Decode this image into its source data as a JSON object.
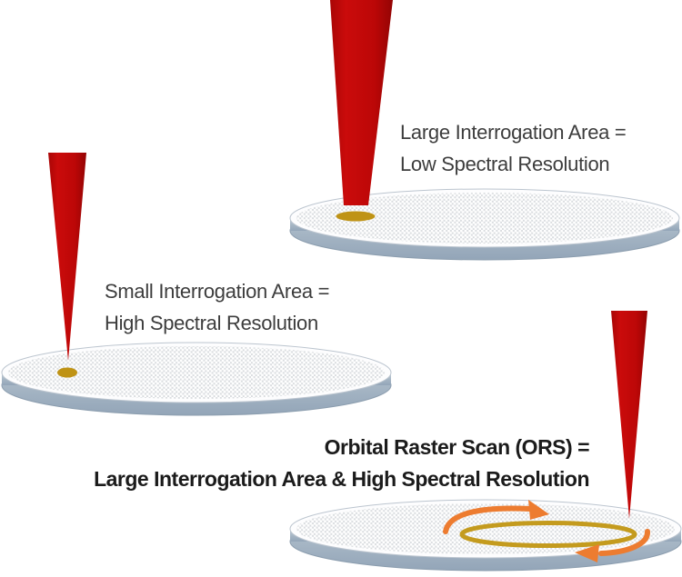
{
  "slide": {
    "background": "#ffffff"
  },
  "labels": {
    "large_area": {
      "line1": "Large Interrogation Area =",
      "line2": "Low Spectral Resolution"
    },
    "small_area": {
      "line1": "Small Interrogation Area =",
      "line2": "High Spectral Resolution"
    },
    "ors": {
      "line1": "Orbital Raster Scan (ORS) =",
      "line2": "Large Interrogation Area & High Spectral Resolution"
    }
  },
  "colors": {
    "laser_red": "#c00808",
    "spot_gold": "#bf9315",
    "orbit_ring_gold": "#c49b1e",
    "arrow_orange": "#ed7c30",
    "disk_rim": "#a5b4c3",
    "disk_surface": "#f5f6f7",
    "label_text": "#3d3d3d",
    "heading_text": "#1b1b1b"
  }
}
